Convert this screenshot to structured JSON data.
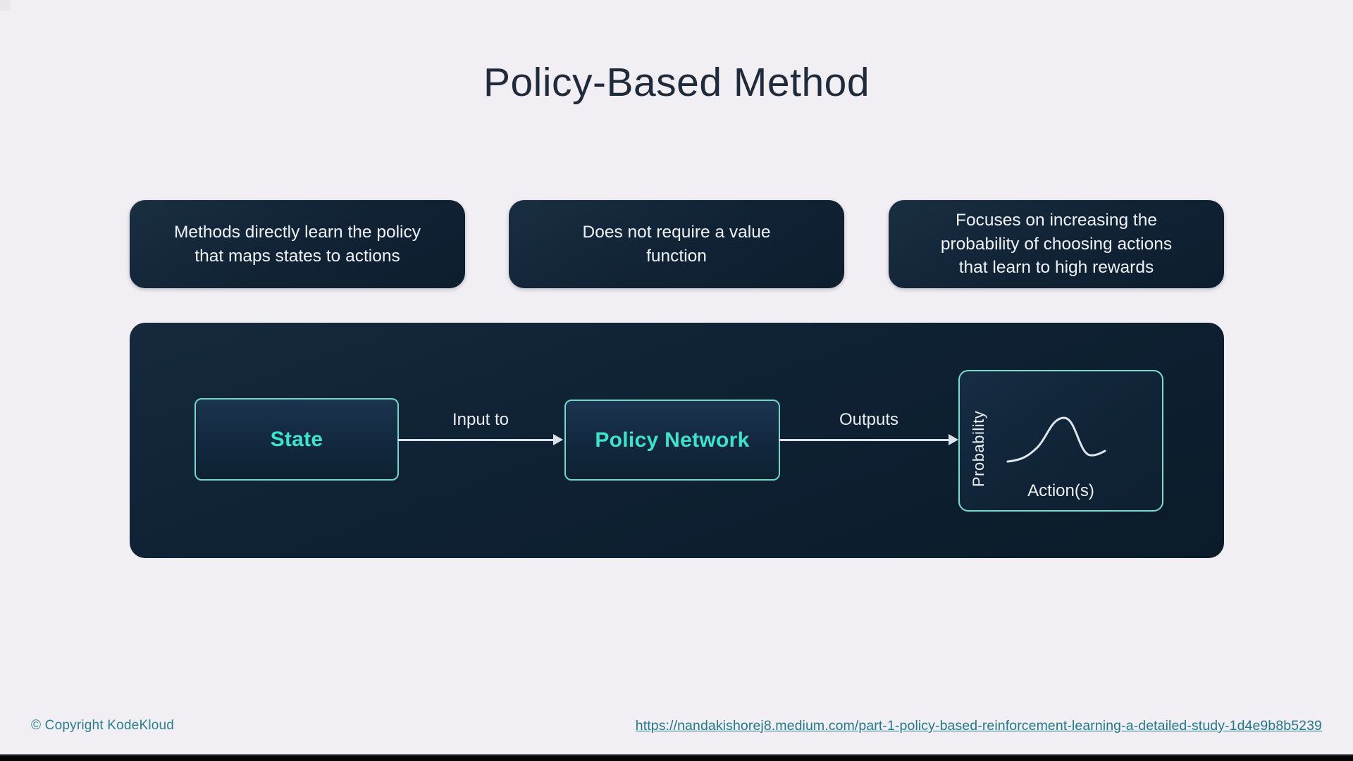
{
  "title": "Policy-Based Method",
  "cards": [
    {
      "text": "Methods directly learn the policy\nthat maps states to actions"
    },
    {
      "text": "Does not require a value\nfunction"
    },
    {
      "text": "Focuses on increasing the\nprobability of choosing actions\nthat learn to high rewards"
    }
  ],
  "diagram": {
    "state_label": "State",
    "policy_label": "Policy Network",
    "arrow1_label": "Input to",
    "arrow2_label": "Outputs",
    "chart": {
      "type": "line",
      "ylabel": "Probability",
      "xlabel": "Action(s)",
      "description": "skewed bell-shaped probability distribution over actions"
    }
  },
  "footer": {
    "copyright": "© Copyright KodeKloud",
    "link": "https://nandakishorej8.medium.com/part-1-policy-based-reinforcement-learning-a-detailed-study-1d4e9b8b5239"
  },
  "colors": {
    "background": "#f2eff4",
    "panel_dark": "#0e2133",
    "card_dark": "#132538",
    "accent_cyan": "#3ee2cc",
    "border_teal": "#72d6c8",
    "text_light": "#eef2f6",
    "arrow_light": "#dce2e9",
    "footer_teal": "#2a7e92",
    "title_dark": "#1f2a3a"
  }
}
